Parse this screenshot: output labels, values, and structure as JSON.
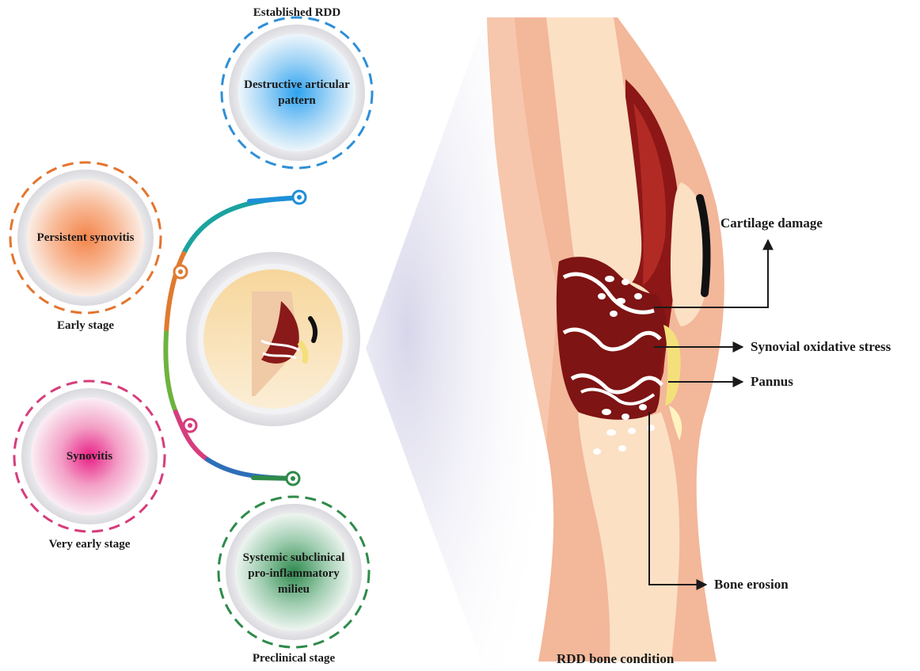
{
  "stages": {
    "established": {
      "caption": "Established RDD",
      "inner": "Destructive articular pattern",
      "color": "#2f8fd6"
    },
    "early": {
      "caption": "Early stage",
      "inner": "Persistent synovitis",
      "color": "#e4742e"
    },
    "very_early": {
      "caption": "Very early stage",
      "inner": "Synovitis",
      "color": "#d63d7c"
    },
    "preclinical": {
      "caption": "Preclinical stage",
      "inner": "Systemic subclinical pro-inflammatory milieu",
      "color": "#2e8b4a"
    }
  },
  "callouts": {
    "cartilage": "Cartilage damage",
    "oxidative": "Synovial oxidative stress",
    "pannus": "Pannus",
    "erosion": "Bone erosion"
  },
  "figure_caption": "RDD bone condition"
}
